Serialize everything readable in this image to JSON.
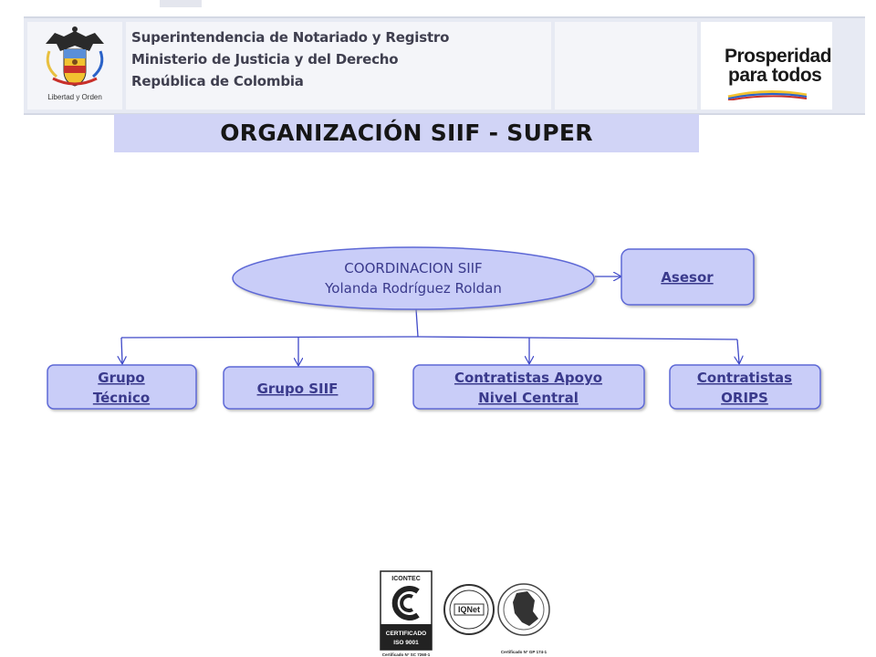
{
  "header": {
    "entity_lines": [
      "Superintendencia de Notariado y Registro",
      "Ministerio de Justicia y del Derecho",
      "República de Colombia"
    ],
    "seal_caption": "Libertad y Orden",
    "slogan_line1": "Prosperidad",
    "slogan_line2": "para todos"
  },
  "title": "ORGANIZACIÓN  SIIF - SUPER",
  "org_chart": {
    "head": {
      "line1": "COORDINACION SIIF",
      "line2": "Yolanda Rodríguez Roldan"
    },
    "advisor": {
      "label": "Asesor"
    },
    "groups": [
      {
        "line1": "Grupo",
        "line2": "Técnico"
      },
      {
        "line1": "Grupo SIIF",
        "line2": ""
      },
      {
        "line1": "Contratistas  Apoyo",
        "line2": "Nivel Central"
      },
      {
        "line1": "Contratistas",
        "line2": "ORIPS"
      }
    ]
  },
  "colors": {
    "node_fill": "#c9cdf8",
    "node_border": "#5d68d6",
    "node_text": "#3a3a8c",
    "connector": "#3f49c8",
    "title_band": "#d1d4f6"
  },
  "footer": {
    "cert1_top": "ICONTEC",
    "cert1_label": "CERTIFICADO",
    "cert1_iso": "ISO 9001",
    "cert1_number": "Certificado N° SC 7260-1",
    "cert2_label": "IQNet",
    "cert3_number": "Certificado N° GP 174-1"
  }
}
